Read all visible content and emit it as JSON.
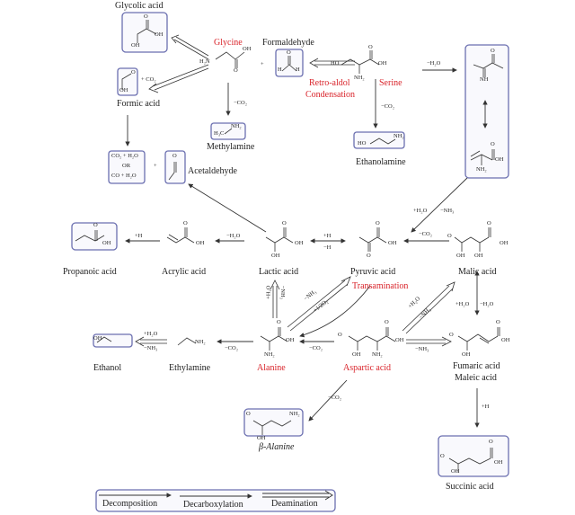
{
  "colors": {
    "box": "#6b6fb0",
    "box_fill": "#f7f7fc",
    "red": "#d9232a",
    "line": "#333333"
  },
  "compounds": {
    "glycolic_acid": "Glycolic acid",
    "glycine": "Glycine",
    "formaldehyde": "Formaldehyde",
    "formic_acid": "Formic acid",
    "methylamine": "Methylamine",
    "serine": "Serine",
    "ethanolamine": "Ethanolamine",
    "acetaldehyde": "Acetaldehyde",
    "propanoic_acid": "Propanoic acid",
    "acrylic_acid": "Acrylic acid",
    "lactic_acid": "Lactic acid",
    "pyruvic_acid": "Pyruvic acid",
    "malic_acid": "Malic acid",
    "ethanol": "Ethanol",
    "ethylamine": "Ethylamine",
    "alanine": "Alanine",
    "aspartic_acid": "Aspartic acid",
    "fumaric_acid": "Fumaric acid",
    "maleic_acid": "Maleic acid",
    "beta_alanine": "β-Alanine",
    "succinic_acid": "Succinic acid"
  },
  "processes": {
    "retro_aldol_1": "Retro-aldol",
    "retro_aldol_2": "Condensation",
    "transamination": "Transamination"
  },
  "conditions": {
    "co2_plus": "+ CO₂",
    "minus_co2": "−CO₂",
    "minus_h2o": "−H₂O",
    "plus_h2o": "+H₂O",
    "minus_nh3": "−NH₃",
    "plus_h": "+H",
    "minus_h": "−H",
    "half_o2": "+1/2O₂",
    "plus": "+",
    "or": "OR",
    "co2_h2o": "CO₂ + H₂O",
    "co_h2o": "CO + H₂O"
  },
  "atoms": {
    "O": "O",
    "OH": "OH",
    "HO": "HO",
    "H": "H",
    "NH2": "NH₂",
    "H2N": "H₂N",
    "NH": "NH",
    "H3C": "H₃C"
  },
  "legend": {
    "decomposition": "Decomposition",
    "decarboxylation": "Decarboxylation",
    "deamination": "Deamination"
  }
}
